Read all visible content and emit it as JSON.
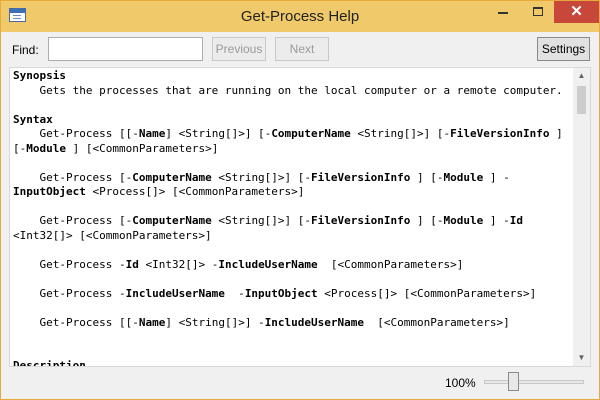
{
  "window": {
    "title": "Get-Process Help"
  },
  "titlebar": {
    "close_glyph": "✕"
  },
  "toolbar": {
    "find_label": "Find:",
    "find_value": "",
    "previous_label": "Previous",
    "next_label": "Next",
    "settings_label": "Settings"
  },
  "content": {
    "sections": [
      {
        "kind": "heading",
        "text": "Synopsis"
      },
      {
        "kind": "para",
        "text": "    Gets the processes that are running on the local computer or a remote computer."
      },
      {
        "kind": "blank"
      },
      {
        "kind": "heading",
        "text": "Syntax"
      },
      {
        "kind": "syntax",
        "parts": [
          [
            "    Get-Process [[-",
            false
          ],
          [
            "Name",
            true
          ],
          [
            "] <String[]>] [-",
            false
          ],
          [
            "ComputerName",
            true
          ],
          [
            " <String[]>] [-",
            false
          ],
          [
            "FileVersionInfo",
            true
          ],
          [
            " ] [-",
            false
          ],
          [
            "Module",
            true
          ],
          [
            " ] [<CommonParameters>]",
            false
          ]
        ]
      },
      {
        "kind": "blank"
      },
      {
        "kind": "syntax",
        "parts": [
          [
            "    Get-Process [-",
            false
          ],
          [
            "ComputerName",
            true
          ],
          [
            " <String[]>] [-",
            false
          ],
          [
            "FileVersionInfo",
            true
          ],
          [
            " ] [-",
            false
          ],
          [
            "Module",
            true
          ],
          [
            " ] -",
            false
          ],
          [
            "InputObject",
            true
          ],
          [
            " <Process[]> [<CommonParameters>]",
            false
          ]
        ]
      },
      {
        "kind": "blank"
      },
      {
        "kind": "syntax",
        "parts": [
          [
            "    Get-Process [-",
            false
          ],
          [
            "ComputerName",
            true
          ],
          [
            " <String[]>] [-",
            false
          ],
          [
            "FileVersionInfo",
            true
          ],
          [
            " ] [-",
            false
          ],
          [
            "Module",
            true
          ],
          [
            " ] -",
            false
          ],
          [
            "Id",
            true
          ],
          [
            " <Int32[]> [<CommonParameters>]",
            false
          ]
        ]
      },
      {
        "kind": "blank"
      },
      {
        "kind": "syntax",
        "parts": [
          [
            "    Get-Process -",
            false
          ],
          [
            "Id",
            true
          ],
          [
            " <Int32[]> -",
            false
          ],
          [
            "IncludeUserName",
            true
          ],
          [
            "  [<CommonParameters>]",
            false
          ]
        ]
      },
      {
        "kind": "blank"
      },
      {
        "kind": "syntax",
        "parts": [
          [
            "    Get-Process -",
            false
          ],
          [
            "IncludeUserName",
            true
          ],
          [
            "  -",
            false
          ],
          [
            "InputObject",
            true
          ],
          [
            " <Process[]> [<CommonParameters>]",
            false
          ]
        ]
      },
      {
        "kind": "blank"
      },
      {
        "kind": "syntax",
        "parts": [
          [
            "    Get-Process [[-",
            false
          ],
          [
            "Name",
            true
          ],
          [
            "] <String[]>] -",
            false
          ],
          [
            "IncludeUserName",
            true
          ],
          [
            "  [<CommonParameters>]",
            false
          ]
        ]
      },
      {
        "kind": "blank"
      },
      {
        "kind": "blank"
      },
      {
        "kind": "heading",
        "text": "Description"
      }
    ]
  },
  "status": {
    "zoom_label": "100%",
    "zoom_percent": 100
  }
}
